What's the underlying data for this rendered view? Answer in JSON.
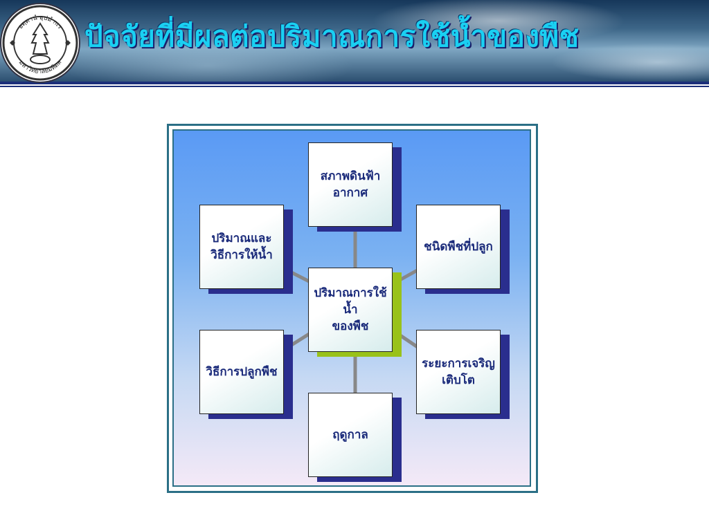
{
  "header": {
    "title": "ปัจจัยที่มีผลต่อปริมาณการใช้น้ำของพืช",
    "logo_text_top": "อตฺตานํ อุปมํ กเร",
    "logo_text_bottom": "มหาวิทยาลัยมหิดล"
  },
  "diagram": {
    "center": "ปริมาณการใช้น้ำ\nของพืช",
    "nodes": [
      {
        "id": "top",
        "label": "สภาพดินฟ้า\nอากาศ"
      },
      {
        "id": "upper-right",
        "label": "ชนิดพืชที่ปลูก"
      },
      {
        "id": "lower-right",
        "label": "ระยะการเจริญ\nเติบโต"
      },
      {
        "id": "bottom",
        "label": "ฤดูกาล"
      },
      {
        "id": "lower-left",
        "label": "วิธีการปลูกพืช"
      },
      {
        "id": "upper-left",
        "label": "ปริมาณและ\nวิธีการให้น้ำ"
      }
    ]
  },
  "colors": {
    "title": "#1ad0f2",
    "box_shadow": "#2a2e8e",
    "center_shadow": "#99c21a",
    "connector": "#888888",
    "label": "#1a2a7a"
  }
}
